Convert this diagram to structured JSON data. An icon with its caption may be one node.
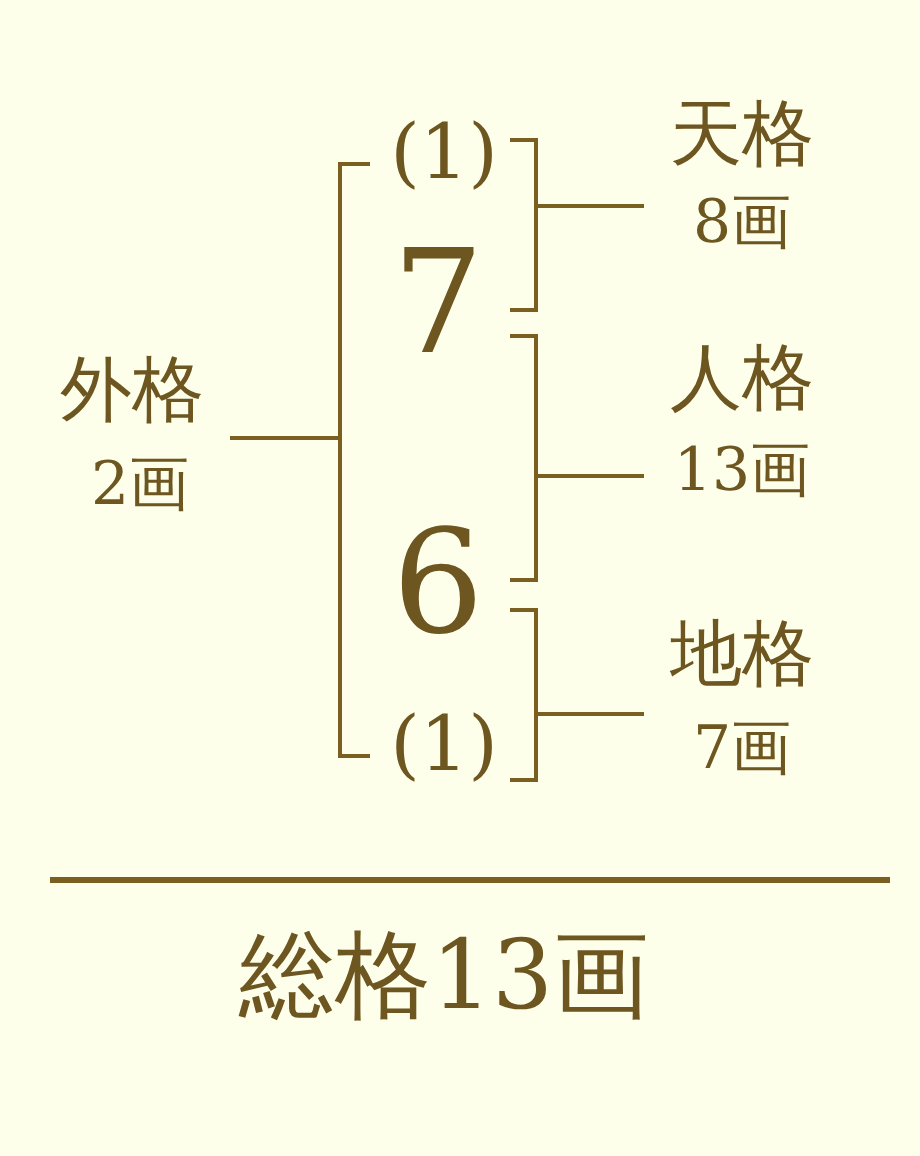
{
  "diagram": {
    "labels": [
      "(1)",
      "天格",
      "8画",
      "7",
      "外格",
      "2画",
      "人格",
      "13画",
      "6",
      "地格",
      "7画",
      "(1)",
      "総格13画"
    ]
  }
}
